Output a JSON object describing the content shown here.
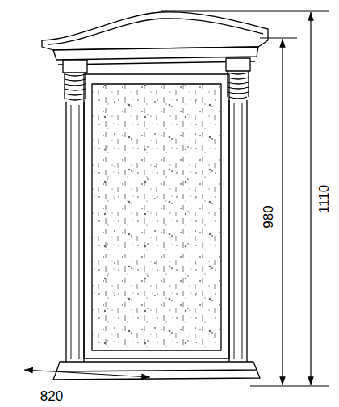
{
  "diagram": {
    "labels": [
      "820",
      "980",
      "1110"
    ]
  }
}
